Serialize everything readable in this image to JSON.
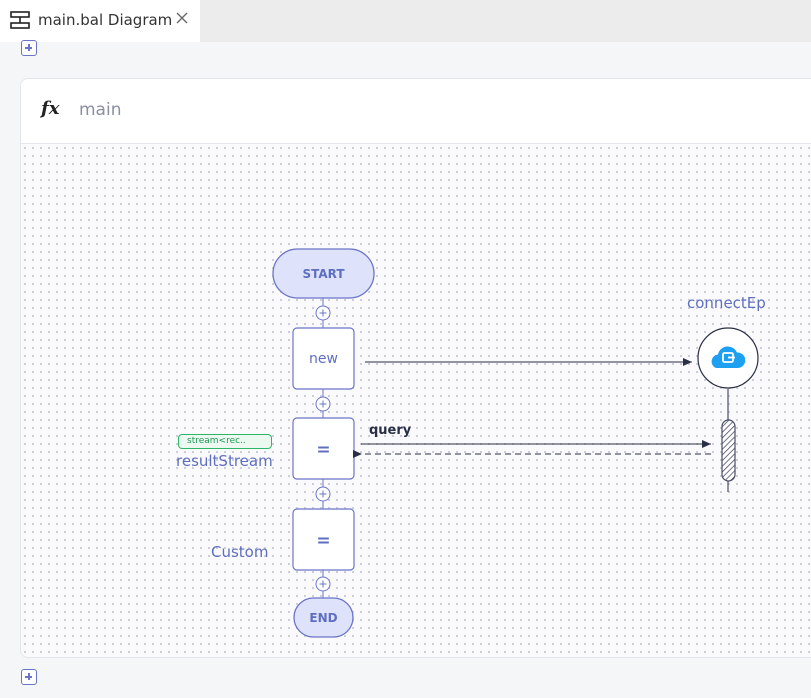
{
  "tab": {
    "title": "main.bal Diagram",
    "icon": "diagram-icon"
  },
  "header": {
    "fx_label": "fx",
    "function_name": "main"
  },
  "nodes": {
    "start": "START",
    "new": "new",
    "assign1": "=",
    "assign2": "=",
    "end": "END"
  },
  "labels": {
    "endpoint": "connectEp",
    "result_var": "resultStream",
    "custom_var": "Custom",
    "action": "query",
    "type_chip": "stream<rec.."
  },
  "colors": {
    "accent": "#5f6fc0",
    "node_fill": "#dfe2fb",
    "cloud": "#1ea0f0",
    "chip": "#2fb56a"
  }
}
